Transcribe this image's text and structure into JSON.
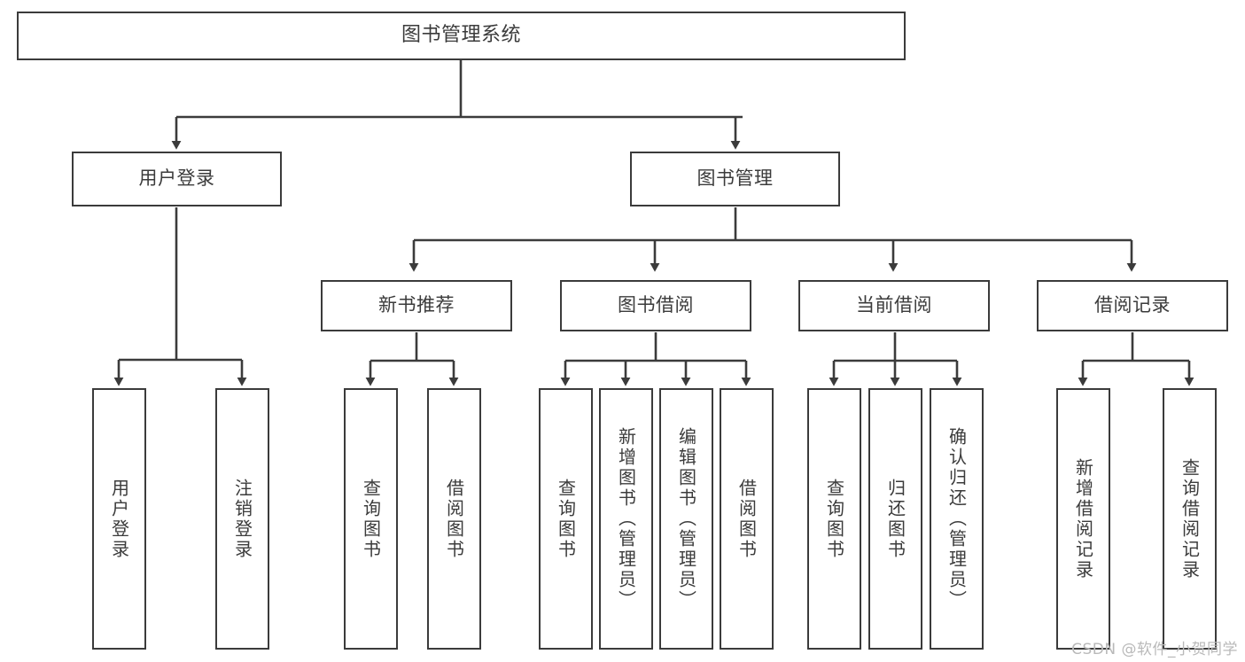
{
  "diagram": {
    "type": "tree-hierarchy-chart",
    "title": "图书管理系统",
    "orientation": "top-down",
    "line_color": "#3b3b3b",
    "box_fill": "#ffffff",
    "watermark": "CSDN @软件_小贺同学",
    "levels": {
      "root": "图书管理系统",
      "level2": [
        "用户登录",
        "图书管理"
      ],
      "level3": [
        "新书推荐",
        "图书借阅",
        "当前借阅",
        "借阅记录"
      ]
    },
    "nodes": {
      "root": {
        "label": "图书管理系统"
      },
      "user_login": {
        "label": "用户登录"
      },
      "book_manage": {
        "label": "图书管理"
      },
      "new_book_rec": {
        "label": "新书推荐"
      },
      "book_borrow": {
        "label": "图书借阅"
      },
      "current_borrow": {
        "label": "当前借阅"
      },
      "borrow_record": {
        "label": "借阅记录"
      },
      "leaf_user_login": {
        "label": "用户登录"
      },
      "leaf_logout": {
        "label": "注销登录"
      },
      "leaf_query_book_1": {
        "label": "查询图书"
      },
      "leaf_borrow_book_1": {
        "label": "借阅图书"
      },
      "leaf_query_book_2": {
        "label": "查询图书"
      },
      "leaf_add_book": {
        "label": "新增图书（管理员）"
      },
      "leaf_edit_book": {
        "label": "编辑图书（管理员）"
      },
      "leaf_borrow_book_2": {
        "label": "借阅图书"
      },
      "leaf_query_book_3": {
        "label": "查询图书"
      },
      "leaf_return_book": {
        "label": "归还图书"
      },
      "leaf_confirm_return": {
        "label": "确认归还（管理员）"
      },
      "leaf_add_record": {
        "label": "新增借阅记录"
      },
      "leaf_query_record": {
        "label": "查询借阅记录"
      }
    }
  }
}
